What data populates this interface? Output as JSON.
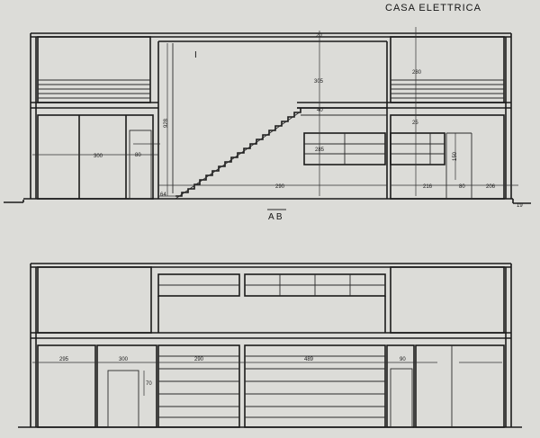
{
  "title": "CASA ELETTRICA",
  "section_label": "A B",
  "room_mark": "I",
  "colors": {
    "paper": "#dcdcd8",
    "ink": "#1b1b1b"
  },
  "dims_upper": {
    "d1": "300",
    "d2": "80",
    "d3": "928",
    "d4": "64",
    "d5": "290",
    "d6": "305",
    "d7": "40",
    "d8": "285",
    "d9": "150",
    "d10": "216",
    "d11": "80",
    "d12": "206",
    "d13": "20",
    "d14": "280",
    "d15": "25",
    "d16": "19"
  },
  "dims_lower": {
    "d1": "295",
    "d2": "300",
    "d3": "70",
    "d4": "290",
    "d5": "489",
    "d6": "90"
  }
}
